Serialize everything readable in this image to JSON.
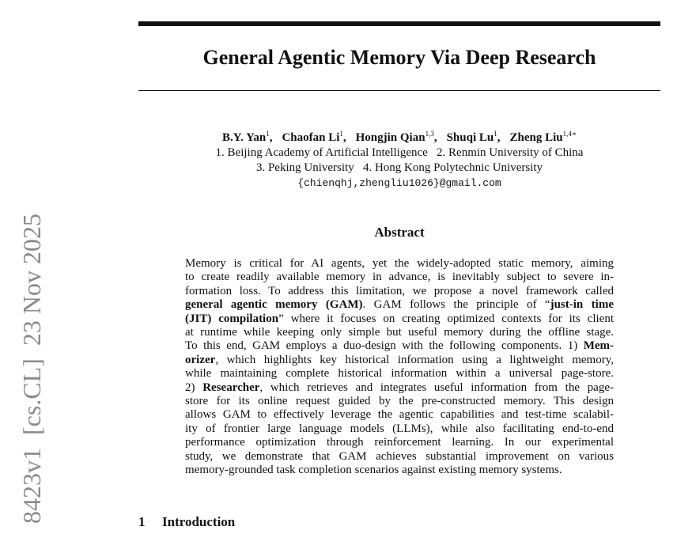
{
  "paper": {
    "title": "General Agentic Memory Via Deep Research",
    "authors": [
      {
        "name": "B.Y. Yan",
        "aff": "1"
      },
      {
        "name": "Chaofan Li",
        "aff": "1"
      },
      {
        "name": "Hongjin Qian",
        "aff": "1,3"
      },
      {
        "name": "Shuqi Lu",
        "aff": "1"
      },
      {
        "name": "Zheng Liu",
        "aff": "1,4∗"
      }
    ],
    "affiliations_line1": "1. Beijing Academy of Artificial Intelligence   2. Renmin University of China",
    "affiliations_line2": "3. Peking University   4. Hong Kong Polytechnic University",
    "email": "{chienqhj,zhengliu1026}@gmail.com"
  },
  "abstract": {
    "heading": "Abstract",
    "lines": [
      [
        {
          "t": "Memory is critical for AI agents, yet the widely-adopted static memory, aiming"
        }
      ],
      [
        {
          "t": "to create readily available memory in advance, is inevitably subject to severe in-"
        }
      ],
      [
        {
          "t": "formation loss. To address this limitation, we propose a novel framework called"
        }
      ],
      [
        {
          "t": "general agentic memory (GAM)",
          "b": true
        },
        {
          "t": ". GAM follows the principle of “"
        },
        {
          "t": "just-in time",
          "b": true
        }
      ],
      [
        {
          "t": "(JIT) compilation",
          "b": true
        },
        {
          "t": "” where it focuses on creating optimized contexts for its client"
        }
      ],
      [
        {
          "t": "at runtime while keeping only simple but useful memory during the offline stage."
        }
      ],
      [
        {
          "t": "To this end, GAM employs a duo-design with the following components. 1) "
        },
        {
          "t": "Mem-",
          "b": true
        }
      ],
      [
        {
          "t": "orizer",
          "b": true
        },
        {
          "t": ", which highlights key historical information using a lightweight memory,"
        }
      ],
      [
        {
          "t": "while maintaining complete historical information within a universal page-store."
        }
      ],
      [
        {
          "t": "2) "
        },
        {
          "t": "Researcher",
          "b": true
        },
        {
          "t": ", which retrieves and integrates useful information from the page-"
        }
      ],
      [
        {
          "t": "store for its online request guided by the pre-constructed memory.  This design"
        }
      ],
      [
        {
          "t": "allows GAM to effectively leverage the agentic capabilities and test-time scalabil-"
        }
      ],
      [
        {
          "t": "ity of frontier large language models (LLMs), while also facilitating end-to-end"
        }
      ],
      [
        {
          "t": "performance optimization through reinforcement learning.  In our experimental"
        }
      ],
      [
        {
          "t": "study, we demonstrate that GAM achieves substantial improvement on various"
        }
      ],
      [
        {
          "t": "memory-grounded task completion scenarios against existing memory systems."
        }
      ]
    ]
  },
  "section": {
    "number": "1",
    "title": "Introduction"
  },
  "arxiv": {
    "stamp": "8423v1  [cs.CL]  23 Nov 2025"
  }
}
